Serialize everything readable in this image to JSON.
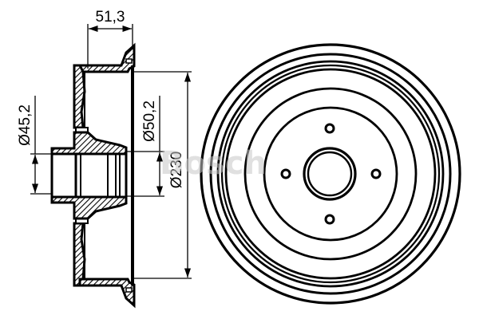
{
  "drawing": {
    "title": "Brake drum technical drawing",
    "watermark": "Bosch",
    "dimensions": {
      "width_label": "51,3",
      "hub_inner_label": "Ø45,2",
      "hub_outer_label": "Ø50,2",
      "drum_diameter_label": "Ø230"
    },
    "front_view": {
      "bolt_holes": 4,
      "center_bore": true
    },
    "colors": {
      "line": "#000000",
      "background": "#ffffff",
      "watermark": "#c8c8c8"
    }
  }
}
